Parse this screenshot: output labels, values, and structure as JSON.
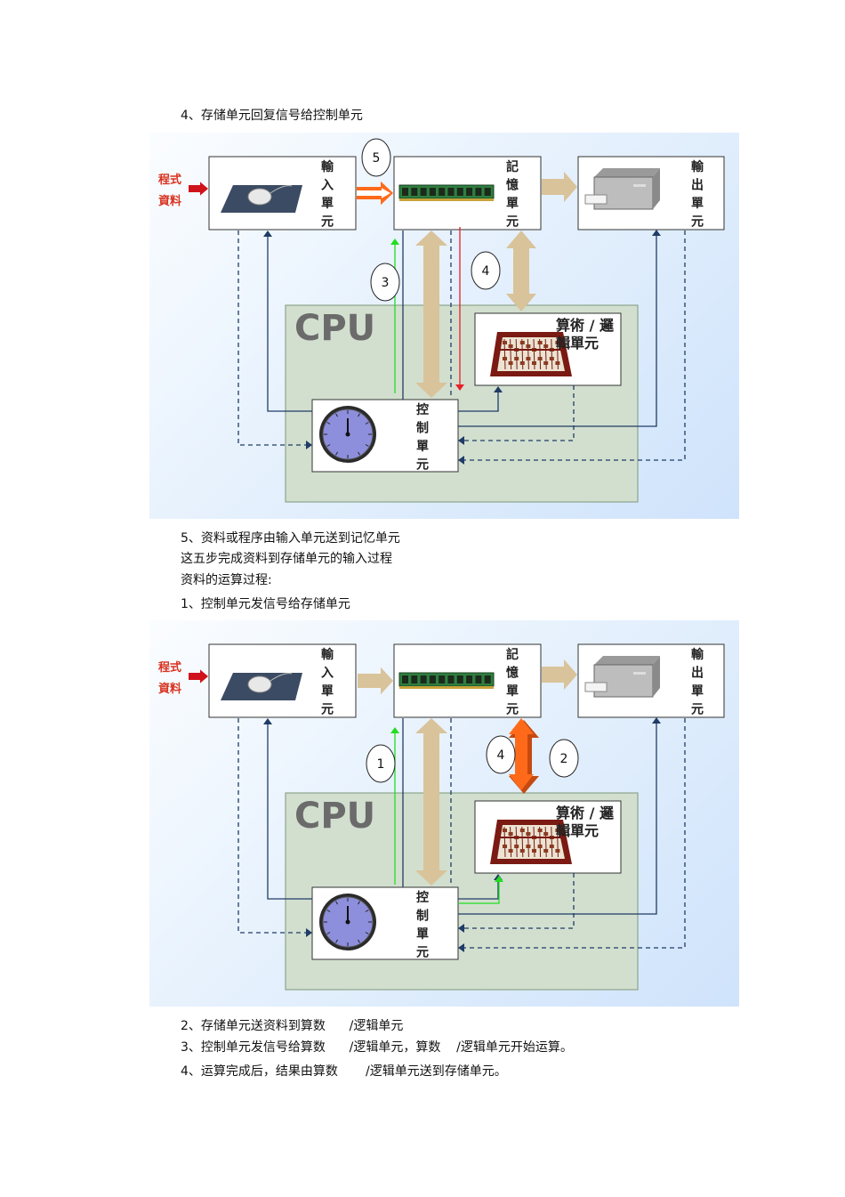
{
  "text_lines": {
    "l1": "4、存储单元回复信号给控制单元",
    "l2": "5、资料或程序由输入单元送到记忆单元",
    "l3": "这五步完成资料到存储单元的输入过程",
    "l4": "资料的运算过程:",
    "l5": "1、控制单元发信号给存储单元",
    "l6": "2、存储单元送资料到算数      /逻辑单元",
    "l7": "3、控制单元发信号给算数      /逻辑单元，算数    /逻辑单元开始运算。",
    "l8": "4、运算完成后，结果由算数       /逻辑单元送到存储单元。"
  },
  "diagram_labels": {
    "source_line1": "程式",
    "source_line2": "資料",
    "input_unit": [
      "輸",
      "入",
      "單",
      "元"
    ],
    "memory_unit": [
      "記",
      "憶",
      "單",
      "元"
    ],
    "output_unit": [
      "輸",
      "出",
      "單",
      "元"
    ],
    "control_unit": [
      "控",
      "制",
      "單",
      "元"
    ],
    "alu_line1": "算術 / 邏",
    "alu_line2": "輯單元",
    "cpu": "CPU"
  },
  "figure1_steps": {
    "s5": "5",
    "s3": "3",
    "s4": "4"
  },
  "figure2_steps": {
    "s1": "1",
    "s4": "4",
    "s2": "2"
  },
  "colors": {
    "signal_green": "#22dd22",
    "signal_red": "#e8202a",
    "path_tan": "#d9c39a",
    "active_orange": "#ff6a1a",
    "cpu_box": "#d2dfcf",
    "wire": "#1f3c66"
  }
}
